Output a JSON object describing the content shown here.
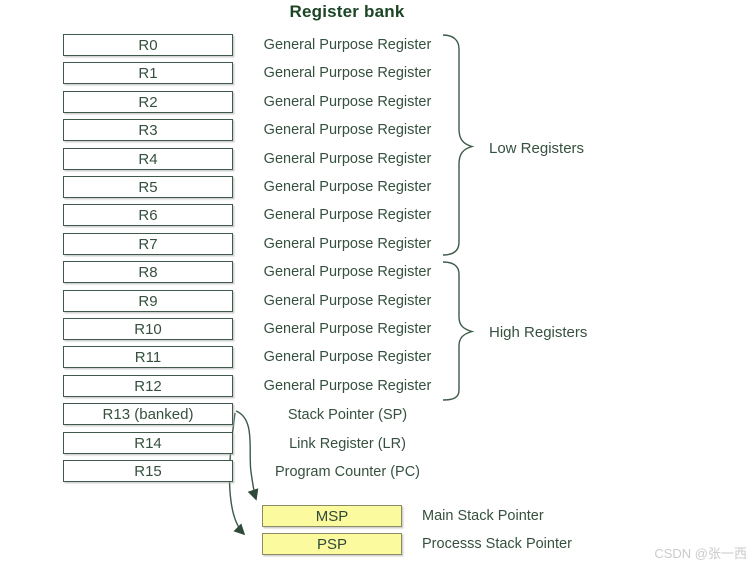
{
  "title": "Register bank",
  "registers": [
    {
      "name": "R0",
      "desc": "General Purpose Register"
    },
    {
      "name": "R1",
      "desc": "General Purpose Register"
    },
    {
      "name": "R2",
      "desc": "General Purpose Register"
    },
    {
      "name": "R3",
      "desc": "General Purpose Register"
    },
    {
      "name": "R4",
      "desc": "General Purpose Register"
    },
    {
      "name": "R5",
      "desc": "General Purpose Register"
    },
    {
      "name": "R6",
      "desc": "General Purpose Register"
    },
    {
      "name": "R7",
      "desc": "General Purpose Register"
    },
    {
      "name": "R8",
      "desc": "General Purpose Register"
    },
    {
      "name": "R9",
      "desc": "General Purpose Register"
    },
    {
      "name": "R10",
      "desc": "General Purpose Register"
    },
    {
      "name": "R11",
      "desc": "General Purpose Register"
    },
    {
      "name": "R12",
      "desc": "General Purpose Register"
    },
    {
      "name": "R13 (banked)",
      "desc": "Stack Pointer (SP)"
    },
    {
      "name": "R14",
      "desc": "Link Register (LR)"
    },
    {
      "name": "R15",
      "desc": "Program Counter (PC)"
    }
  ],
  "groups": [
    {
      "label": "Low Registers"
    },
    {
      "label": "High Registers"
    }
  ],
  "banked_pointers": [
    {
      "name": "MSP",
      "desc": "Main Stack Pointer"
    },
    {
      "name": "PSP",
      "desc": "Processs Stack Pointer"
    }
  ],
  "watermark": "CSDN @张一西",
  "colors": {
    "title_green": "#1c4526",
    "text_green": "#35503f",
    "box_border": "#3f5a4b",
    "yellow_fill": "#fbfa9e",
    "yellow_border": "#8c8c64",
    "watermark_gray": "#cbcbcb"
  }
}
